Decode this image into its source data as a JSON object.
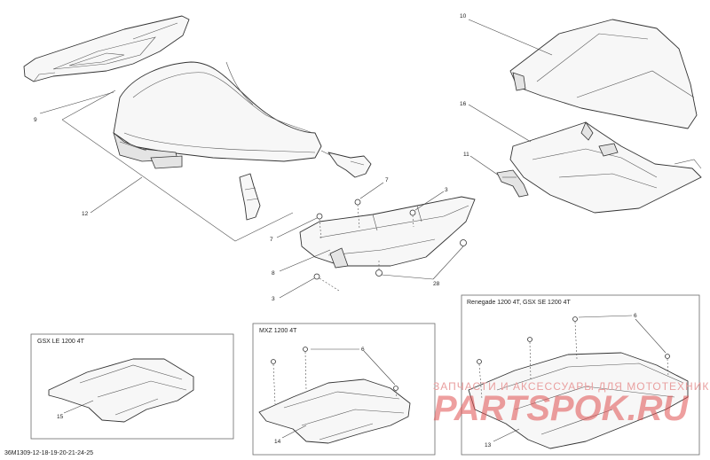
{
  "callouts": {
    "c9": "9",
    "c10": "10",
    "c12": "12",
    "c16": "16",
    "c11": "11",
    "c7a": "7",
    "c3a": "3",
    "c7b": "7",
    "c8": "8",
    "c28": "28",
    "c3b": "3",
    "c6a": "6",
    "c6b": "6",
    "c15": "15",
    "c14": "14",
    "c13": "13"
  },
  "boxes": {
    "gsx_le": "GSX LE 1200 4T",
    "mxz": "MXZ 1200 4T",
    "renegade": "Renegade 1200 4T, GSX SE 1200 4T"
  },
  "watermark": {
    "tagline": "ЗАПЧАСТИ И АКСЕССУАРЫ ДЛЯ МОТОТЕХНИКИ",
    "brand": "PARTSPOK.RU"
  },
  "reference_code": "36M1309-12-18-19-20-21-24-25"
}
